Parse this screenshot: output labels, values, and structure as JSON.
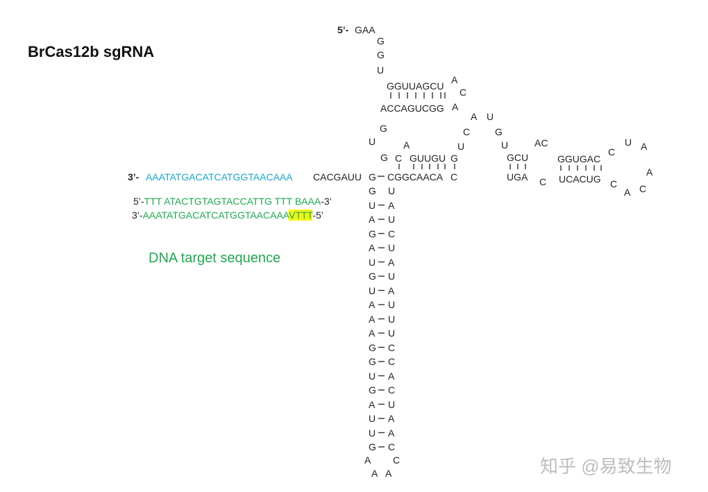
{
  "title": "BrCas12b sgRNA",
  "five_prime_label": "5’-",
  "top_strand_start": "GAA",
  "three_prime_label": "3’-",
  "guide_sequence": "AAATATGACATCATGGTAACAAA",
  "guide_junction": "CACGAUU",
  "top_vertical": [
    "G",
    "G",
    "U"
  ],
  "hairpin1": {
    "upper": "GGUUAGCU",
    "lower": "ACCAGUCGG",
    "loop": [
      "A",
      "C",
      "A"
    ]
  },
  "linker_left": [
    "G",
    "U",
    "G"
  ],
  "central_stem": {
    "top_strand": "GUUGU",
    "top_flank_left": "C",
    "top_flank_right": "G",
    "bottom_strand": "CGGCAACA",
    "bottom_flank_right": "C",
    "bulge_a": "A",
    "junction_g": "G"
  },
  "connector": [
    "A",
    "U",
    "C",
    "U",
    "G",
    "U"
  ],
  "hairpin2": {
    "upper": "GCU",
    "lower": "UGA",
    "loop": [
      "AC",
      "C"
    ]
  },
  "hairpin3": {
    "upper": "GGUGAC",
    "lower": "UCACUG",
    "loop": [
      "C",
      "U",
      "A",
      "A",
      "C",
      "A",
      "C"
    ]
  },
  "stem_pairs": [
    [
      "G",
      "U"
    ],
    [
      "U",
      "A"
    ],
    [
      "A",
      "U"
    ],
    [
      "G",
      "C"
    ],
    [
      "A",
      "U"
    ],
    [
      "U",
      "A"
    ],
    [
      "G",
      "U"
    ],
    [
      "U",
      "A"
    ],
    [
      "A",
      "U"
    ],
    [
      "A",
      "U"
    ],
    [
      "A",
      "U"
    ],
    [
      "G",
      "C"
    ],
    [
      "G",
      "C"
    ],
    [
      "U",
      "A"
    ],
    [
      "G",
      "C"
    ],
    [
      "A",
      "U"
    ],
    [
      "U",
      "A"
    ],
    [
      "U",
      "A"
    ],
    [
      "G",
      "C"
    ]
  ],
  "stem_loop": [
    "A",
    "C",
    "A",
    "A"
  ],
  "dna": {
    "top_prefix": "5’-",
    "top_seq": "TTT ATACTGTAGTACCATTG TTT BAAA",
    "top_suffix": "-3’",
    "bottom_prefix": "3’-",
    "bottom_seq": "AAATATGACATCATGGTAACAAA",
    "bottom_pam": "VTTT",
    "bottom_suffix": "-5’",
    "label": "DNA target sequence"
  },
  "watermark": "知乎 @易致生物",
  "colors": {
    "guide": "#1aa6c8",
    "dna": "#1fa84f",
    "pam_highlight": "#f2f51a"
  }
}
